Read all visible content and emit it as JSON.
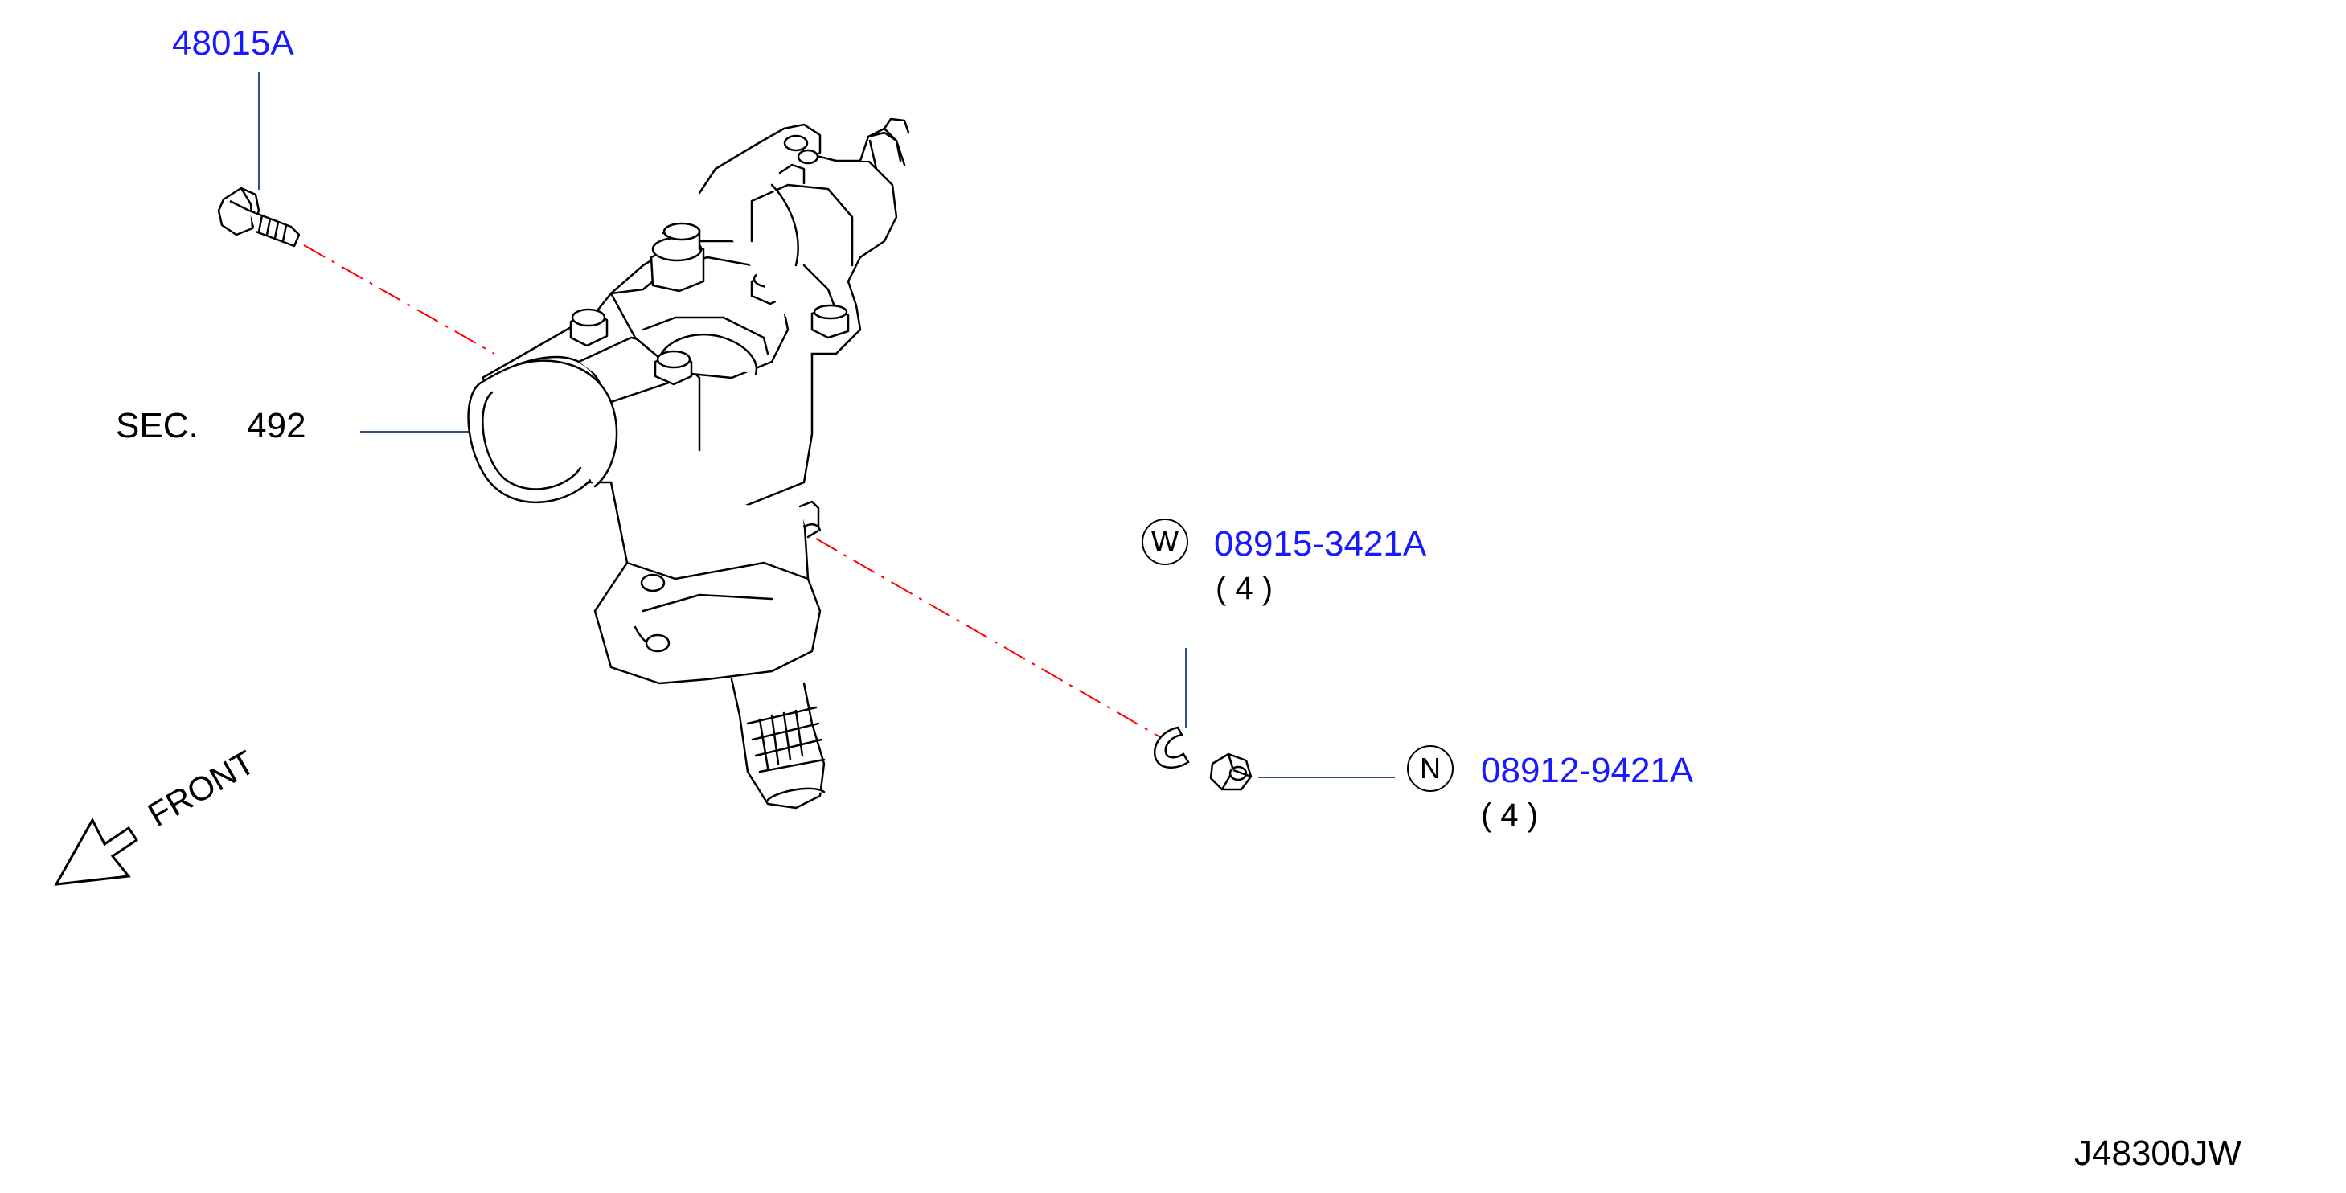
{
  "diagram_code": "J48300JW",
  "parts": {
    "bolt": {
      "number": "48015A"
    },
    "section": {
      "label": "SEC.",
      "number": "492"
    },
    "washer": {
      "symbol": "W",
      "number": "08915-3421A",
      "qty": "( 4 )"
    },
    "nut": {
      "symbol": "N",
      "number": "08912-9421A",
      "qty": "( 4 )"
    }
  },
  "direction": {
    "label": "FRONT"
  },
  "colors": {
    "part_link": "#1a1aff",
    "leader_line": "#2f4f8f",
    "center_line": "#ff0000",
    "outline": "#000000"
  }
}
